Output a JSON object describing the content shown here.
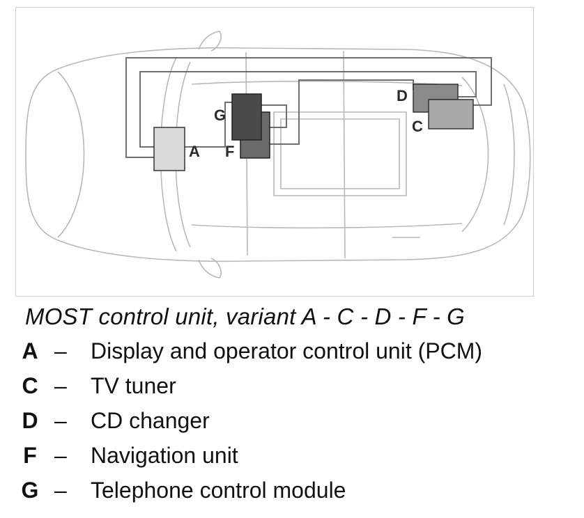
{
  "diagram": {
    "colors": {
      "outline": "#b8b8b8",
      "wire": "#6f6f6f",
      "unit_A": "#d9d9d9",
      "unit_C": "#a9a9a9",
      "unit_D": "#8a8a8a",
      "unit_F": "#6a6a6a",
      "unit_G": "#4a4a4a"
    },
    "unit_labels": {
      "A": "A",
      "C": "C",
      "D": "D",
      "F": "F",
      "G": "G"
    }
  },
  "caption": "MOST control unit, variant A - C - D - F - G",
  "legend": [
    {
      "key": "A",
      "dash": "–",
      "text": "Display and operator control unit (PCM)"
    },
    {
      "key": "C",
      "dash": "–",
      "text": "TV tuner"
    },
    {
      "key": "D",
      "dash": "–",
      "text": "CD changer"
    },
    {
      "key": "F",
      "dash": "–",
      "text": "Navigation unit"
    },
    {
      "key": "G",
      "dash": "–",
      "text": "Telephone control module"
    }
  ]
}
